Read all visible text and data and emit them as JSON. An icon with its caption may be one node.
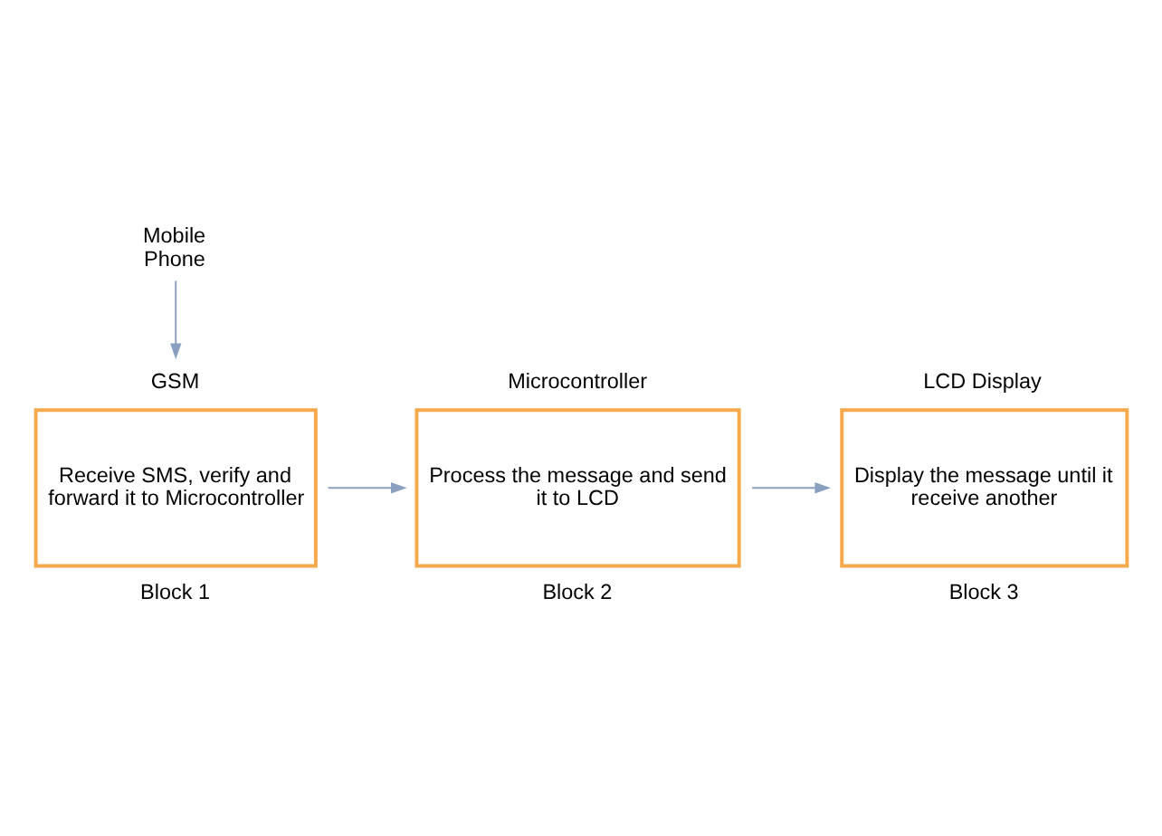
{
  "diagram": {
    "nodes": [
      {
        "text": [
          "Mobile Phone"
        ]
      },
      {
        "text": [
          "GSM",
          "Receive SMS, verify and forward it to Microcontroller"
        ],
        "beside": [
          "Block 1"
        ]
      },
      {
        "text": [
          "Microcontroller",
          "Process the message and send it to LCD"
        ],
        "beside": [
          "Block 2"
        ]
      },
      {
        "text": [
          "LCD Display",
          "Display the message until it receive another"
        ],
        "beside": [
          "Block 3"
        ]
      }
    ],
    "edges": [
      {
        "from": 0,
        "to": 1,
        "arrow": "to"
      },
      {
        "from": 1,
        "to": 2,
        "arrow": "to"
      },
      {
        "from": 2,
        "to": 3,
        "arrow": "to"
      }
    ]
  }
}
